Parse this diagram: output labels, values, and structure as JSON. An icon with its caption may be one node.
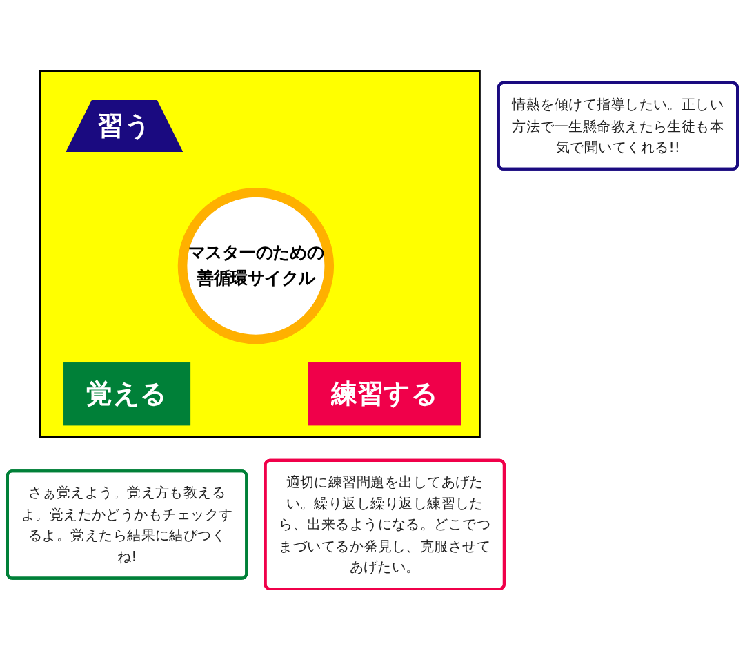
{
  "diagram": {
    "nodes": [
      {
        "text": [],
        "shape": "box"
      },
      {
        "text": [
          "マスターのための",
          "善循環サイクル"
        ],
        "in": 0
      },
      {
        "text": [
          "習う"
        ],
        "in": 0
      },
      {
        "text": [
          "練習する"
        ],
        "in": 0
      },
      {
        "text": [
          "覚える"
        ],
        "in": 0
      },
      {
        "text": [
          "情熱を傾けて指導したい。正しい方法で一生懸命教えたら生徒も本気で聞いてくれる!!"
        ]
      },
      {
        "text": [
          "さぁ覚えよう。覚え方も教えるよ。覚えたかどうかもチェックするよ。覚えたら結果に結びつくね!"
        ]
      },
      {
        "text": [
          "適切に練習問題を出してあげたい。繰り返し繰り返し練習したら、出来るようになる。どこでつまづいてるか発見し、克服させてあげたい。"
        ]
      }
    ]
  }
}
